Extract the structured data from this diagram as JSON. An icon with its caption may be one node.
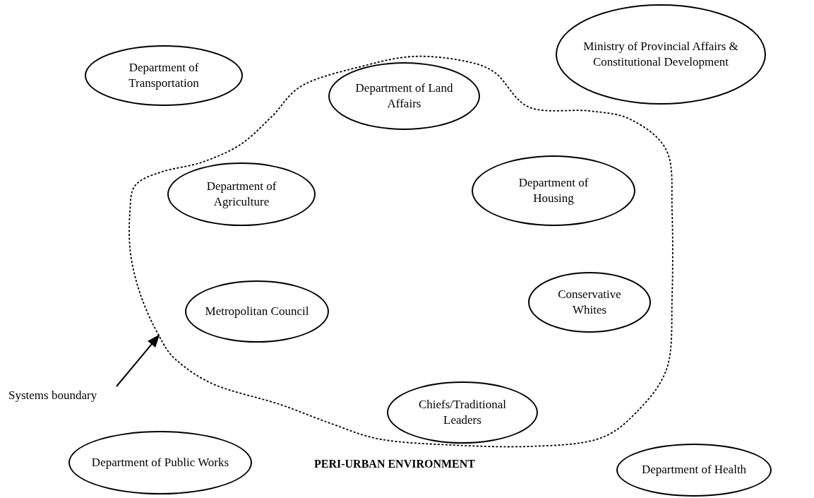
{
  "diagram": {
    "nodes": [
      {
        "text": [
          "Department of Transportation"
        ]
      },
      {
        "text": [
          "Ministry of Provincial Affairs & Constitutional Development"
        ]
      },
      {
        "text": [],
        "shape": "blob"
      },
      {
        "text": [
          "Department of Land Affairs"
        ],
        "in": 2
      },
      {
        "text": [
          "Department of Housing"
        ],
        "in": 2
      },
      {
        "text": [
          "Department of Agriculture"
        ],
        "in": 2
      },
      {
        "text": [
          "Conservative Whites"
        ],
        "in": 2
      },
      {
        "text": [
          "Metropolitan Council"
        ],
        "in": 2
      },
      {
        "text": [
          "Chiefs/Traditional Leaders"
        ],
        "in": 2
      },
      {
        "text": [
          "Department of Public Works"
        ]
      },
      {
        "text": [
          "Department of Health"
        ]
      },
      {
        "text": [
          "Systems boundary"
        ]
      }
    ],
    "edges": [
      {
        "from": 11,
        "to": 2,
        "arrow": "to"
      }
    ],
    "labels": [
      "PERI-URBAN ENVIRONMENT"
    ]
  }
}
